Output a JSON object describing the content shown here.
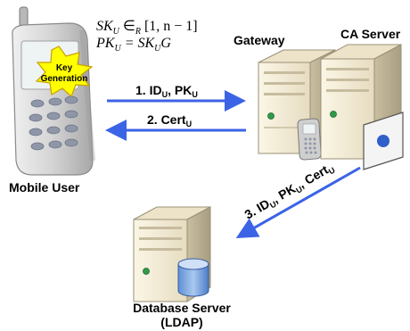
{
  "colors": {
    "arrow": "#3b63e6",
    "burst": "#ffff00",
    "server_light": "#f3ecd6",
    "server_mid": "#d8cdb0",
    "phone_body": "#d7d7d7",
    "phone_key": "#8e96a8",
    "ldap_cylinder": "#8bb3e6"
  },
  "formula": {
    "line1": {
      "main": "SK",
      "sub": "U",
      "rel": " ∈",
      "set": "R",
      "range": " [1, n − 1]"
    },
    "line2": {
      "main": "PK",
      "sub": "U",
      "eq": " = SK",
      "sub2": "U",
      "tail": "G"
    }
  },
  "burst": {
    "line1": "Key",
    "line2": "Generation"
  },
  "labels": {
    "mobile_user": "Mobile User",
    "gateway": "Gateway",
    "ca_server": "CA Server",
    "db_line1": "Database Server",
    "db_line2": "(LDAP)"
  },
  "messages": [
    {
      "step": "1. ID",
      "parts": [
        {
          "t": "U",
          "sub": true
        },
        {
          "t": ", PK",
          "sub": false
        },
        {
          "t": "U",
          "sub": true
        }
      ]
    },
    {
      "step": "2. Cert",
      "parts": [
        {
          "t": "U",
          "sub": true
        }
      ]
    },
    {
      "step": "3. ID",
      "parts": [
        {
          "t": "U",
          "sub": true
        },
        {
          "t": ", PK",
          "sub": false
        },
        {
          "t": "U",
          "sub": true
        },
        {
          "t": ", Cert",
          "sub": false
        },
        {
          "t": "U",
          "sub": true
        }
      ]
    }
  ]
}
